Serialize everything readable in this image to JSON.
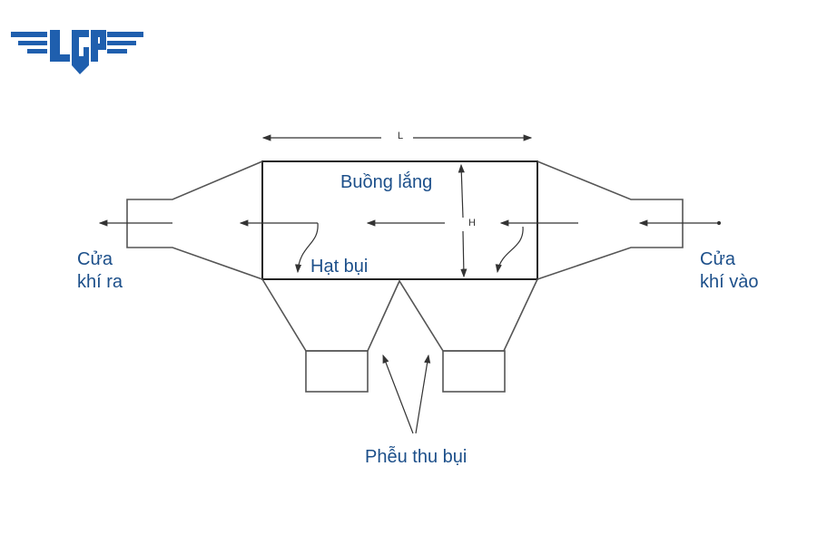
{
  "logo": {
    "text": "LGP",
    "color": "#1f5fae"
  },
  "diagram": {
    "dimension_length": "L",
    "dimension_height": "H",
    "chamber_label": "Buồng lắng",
    "particle_label": "Hạt bụi",
    "outlet_label": [
      "Cửa",
      "khí ra"
    ],
    "inlet_label": [
      "Cửa",
      "khí vào"
    ],
    "hopper_label": "Phễu thu bụi",
    "label_color": "#1c4f8a",
    "line_color": "#555555"
  }
}
